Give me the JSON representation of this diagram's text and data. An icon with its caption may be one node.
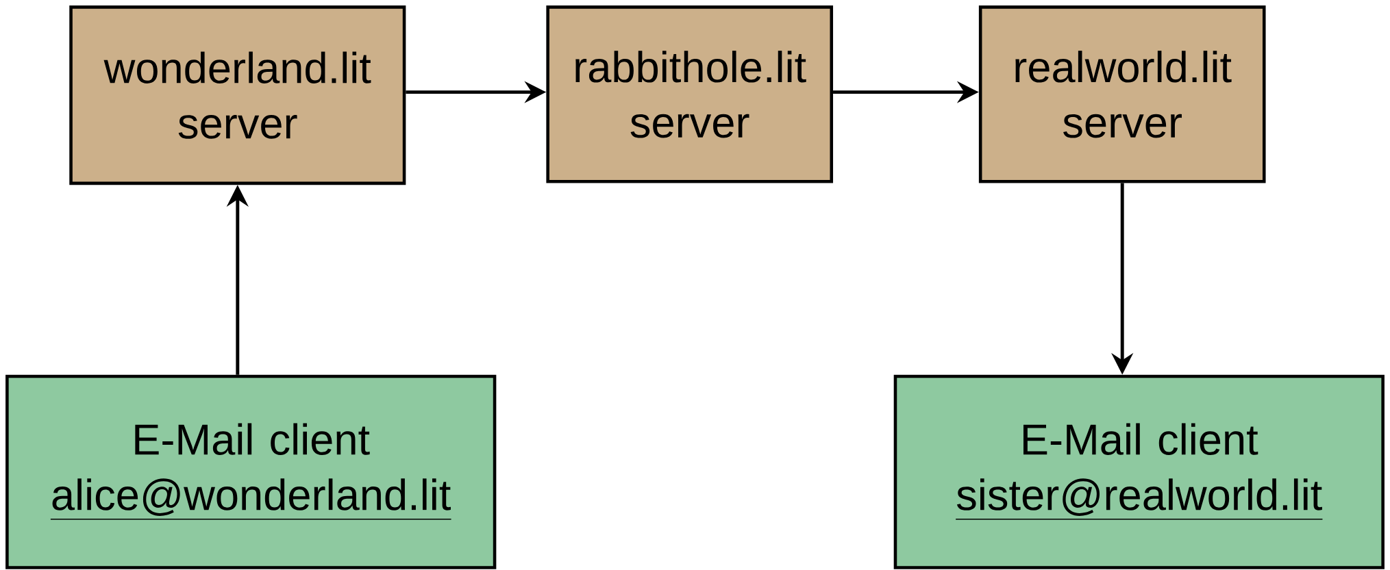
{
  "diagram": {
    "nodes": [
      {
        "text": [
          "wonderland.lit server"
        ]
      },
      {
        "text": [
          "rabbithole.lit server"
        ]
      },
      {
        "text": [
          "realworld.lit server"
        ]
      },
      {
        "text": [
          "E-Mail client",
          "alice@wonderland.lit"
        ]
      },
      {
        "text": [
          "E-Mail client",
          "sister@realworld.lit"
        ]
      }
    ],
    "edges": [
      {
        "from": 0,
        "to": 1,
        "arrow": "to"
      },
      {
        "from": 1,
        "to": 2,
        "arrow": "to"
      },
      {
        "from": 3,
        "to": 0,
        "arrow": "to"
      },
      {
        "from": 2,
        "to": 4,
        "arrow": "to"
      }
    ]
  }
}
